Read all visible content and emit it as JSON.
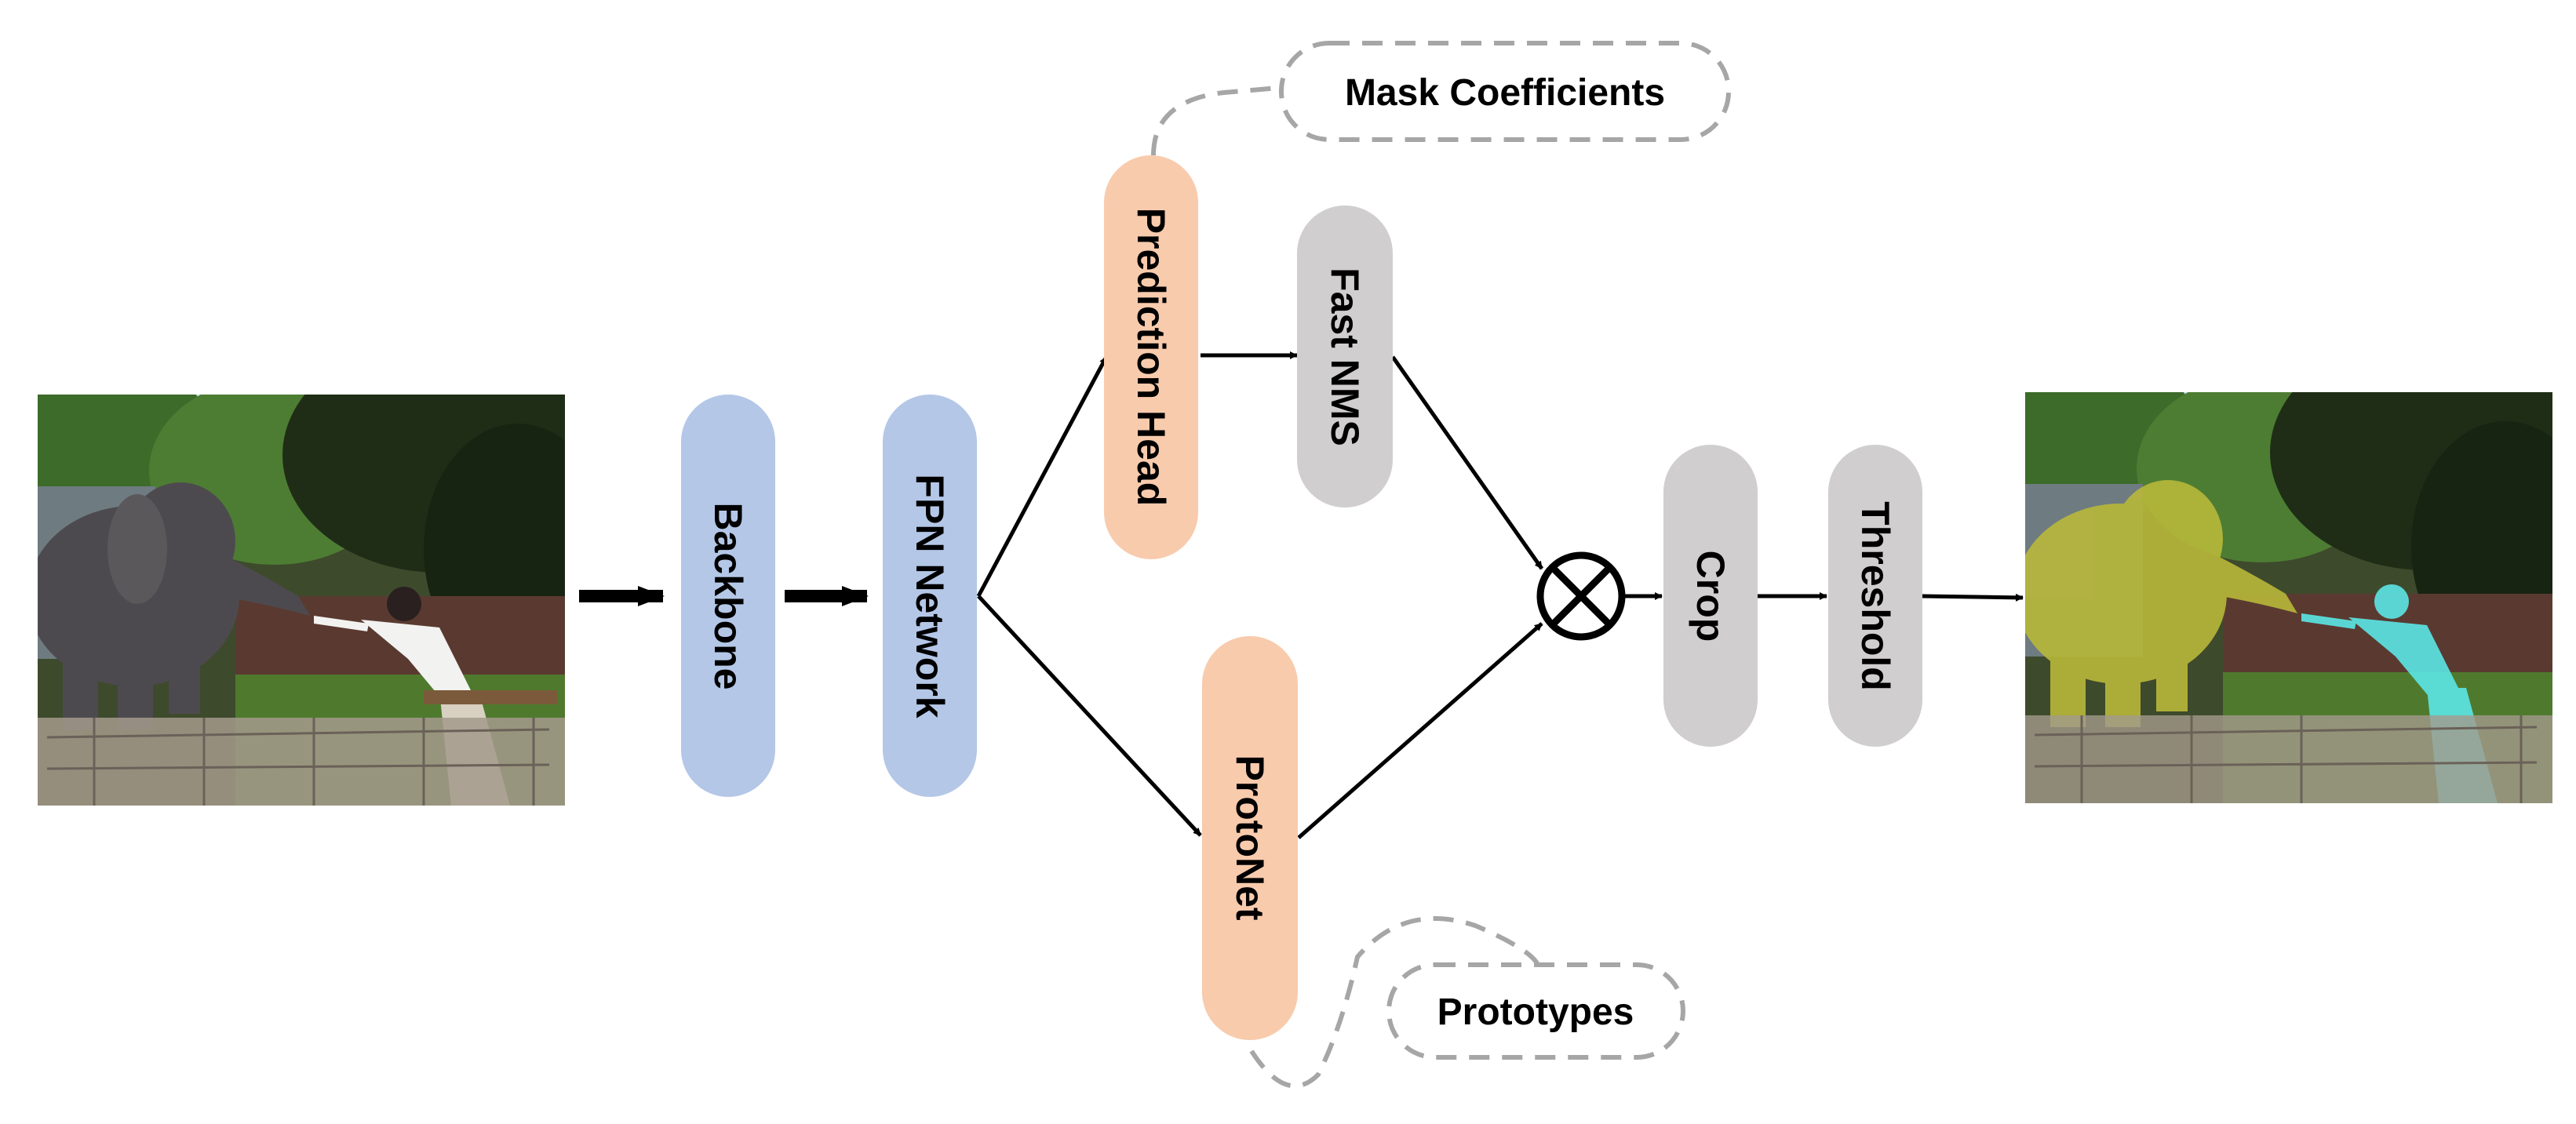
{
  "diagram": {
    "nodes": {
      "backbone": "Backbone",
      "fpn": "FPN Network",
      "prediction_head": "Prediction Head",
      "fast_nms": "Fast NMS",
      "protonet": "ProtoNet",
      "crop": "Crop",
      "threshold": "Threshold"
    },
    "notes": {
      "mask_coefficients": "Mask Coefficients",
      "prototypes": "Prototypes"
    },
    "images": {
      "input": "elephant and man photo",
      "output": "segmented elephant and man"
    },
    "colors": {
      "blue": "#b4c7e7",
      "orange": "#f8cbad",
      "gray": "#d0cece",
      "dashed": "#a6a6a6",
      "elephant_mask": "#c8c83c",
      "person_mask": "#5ce6e6"
    }
  }
}
